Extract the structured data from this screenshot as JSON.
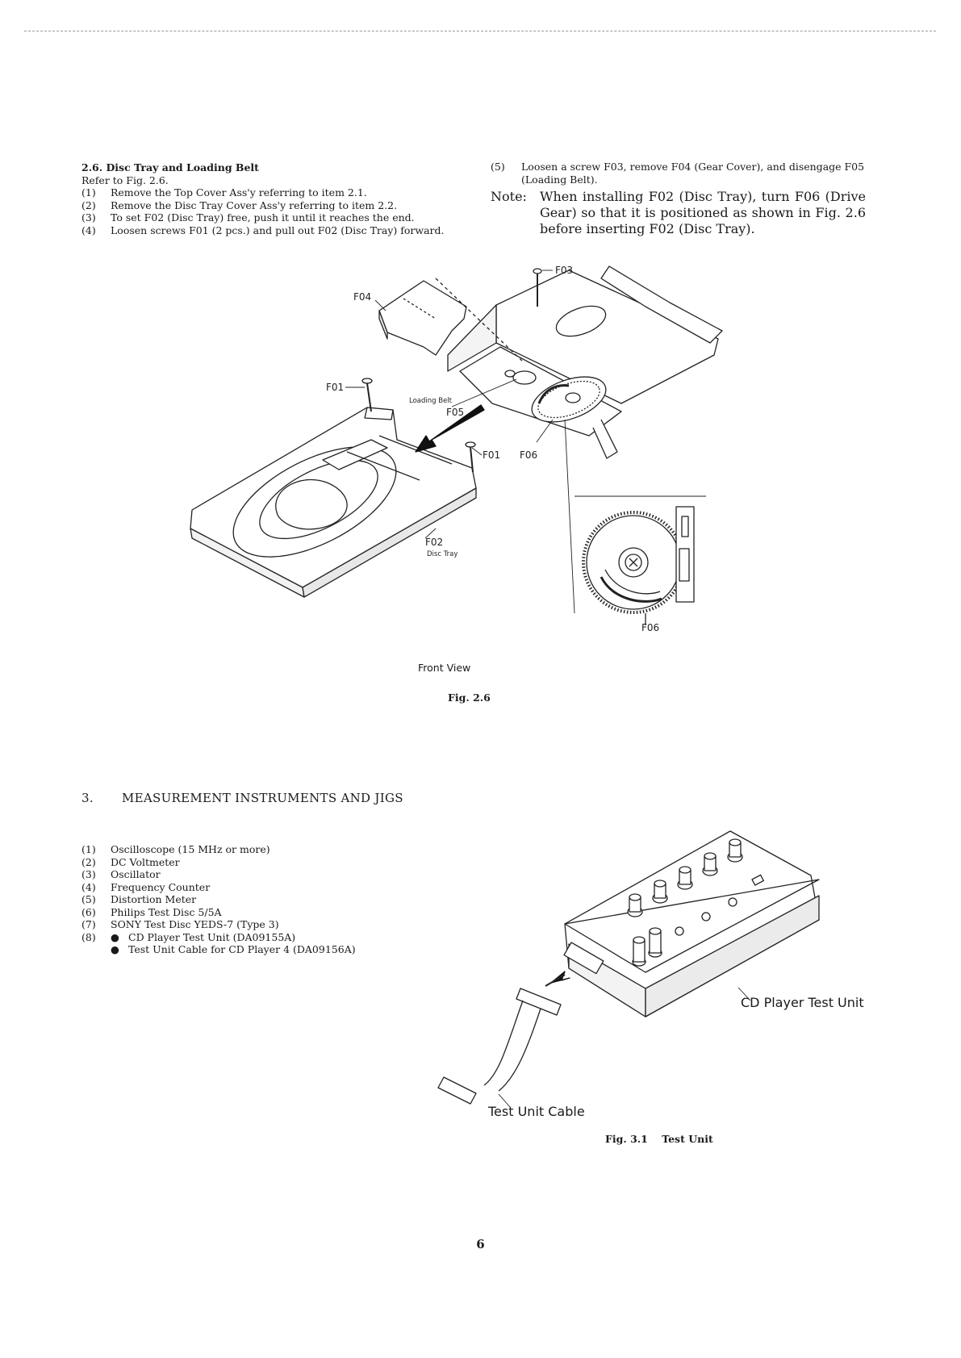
{
  "section_2_6": {
    "title": "2.6. Disc Tray and Loading Belt",
    "refer": "Refer to Fig. 2.6.",
    "steps": [
      {
        "num": "(1)",
        "text": "Remove the Top Cover Ass'y referring to item 2.1."
      },
      {
        "num": "(2)",
        "text": "Remove the Disc Tray Cover Ass'y referring to item 2.2."
      },
      {
        "num": "(3)",
        "text": "To set F02 (Disc Tray) free, push it until it reaches the end."
      },
      {
        "num": "(4)",
        "text": "Loosen screws F01 (2 pcs.) and pull out F02 (Disc Tray) forward."
      },
      {
        "num": "(5)",
        "text": "Loosen a screw F03, remove F04 (Gear Cover), and disengage F05 (Loading Belt)."
      }
    ],
    "note_label": "Note:",
    "note_text": "When installing F02 (Disc Tray), turn F06 (Drive Gear) so that it is positioned as shown in Fig. 2.6 before inserting F02 (Disc Tray)."
  },
  "figure_2_6": {
    "labels": {
      "f01_a": "F01",
      "f01_b": "F01",
      "f02": "F02",
      "disc_tray": "Disc Tray",
      "f03": "F03",
      "f04": "F04",
      "f05": "F05",
      "loading_belt": "Loading Belt",
      "f06_a": "F06",
      "f06_b": "F06"
    },
    "view_caption": "Front View",
    "caption": "Fig. 2.6"
  },
  "section_3": {
    "number": "3.",
    "title": "MEASUREMENT INSTRUMENTS AND JIGS",
    "items": [
      {
        "num": "(1)",
        "text": "Oscilloscope (15 MHz or more)"
      },
      {
        "num": "(2)",
        "text": "DC Voltmeter"
      },
      {
        "num": "(3)",
        "text": "Oscillator"
      },
      {
        "num": "(4)",
        "text": "Frequency Counter"
      },
      {
        "num": "(5)",
        "text": "Distortion Meter"
      },
      {
        "num": "(6)",
        "text": "Philips Test Disc 5/5A"
      },
      {
        "num": "(7)",
        "text": "SONY Test Disc YEDS-7 (Type 3)"
      }
    ],
    "item8_num": "(8)",
    "bullets": [
      "CD Player Test Unit (DA09155A)",
      "Test Unit Cable for CD Player 4 (DA09156A)"
    ],
    "bullet_char": "●"
  },
  "figure_3_1": {
    "unit_label": "CD Player Test Unit",
    "cable_label": "Test Unit Cable",
    "caption": "Fig. 3.1    Test Unit"
  },
  "page_number": "6"
}
